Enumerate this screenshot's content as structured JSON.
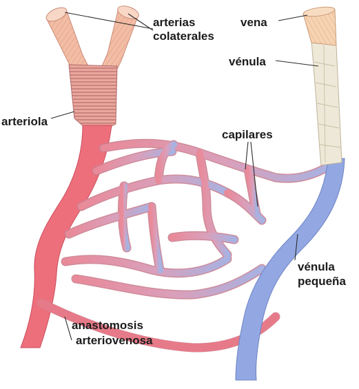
{
  "labels": {
    "arterias_line1": "arterias",
    "arterias_line2": "colaterales",
    "vena": "vena",
    "venula": "vénula",
    "arteriola": "arteriola",
    "capilares": "capilares",
    "venula_pequena_line1": "vénula",
    "venula_pequena_line2": "pequeña",
    "anastomosis_line1": "anastomosis",
    "anastomosis_line2": "arteriovenosa"
  },
  "colors": {
    "artery": "#ee6f7c",
    "artery_dark": "#d8505f",
    "artery_tube": "#f2b6a0",
    "capillary": "#e9a2b2",
    "vein_small": "#93a8e2",
    "venule_pale": "#eee8d8",
    "vein_tube": "#f4cfad",
    "background": "#ffffff"
  }
}
